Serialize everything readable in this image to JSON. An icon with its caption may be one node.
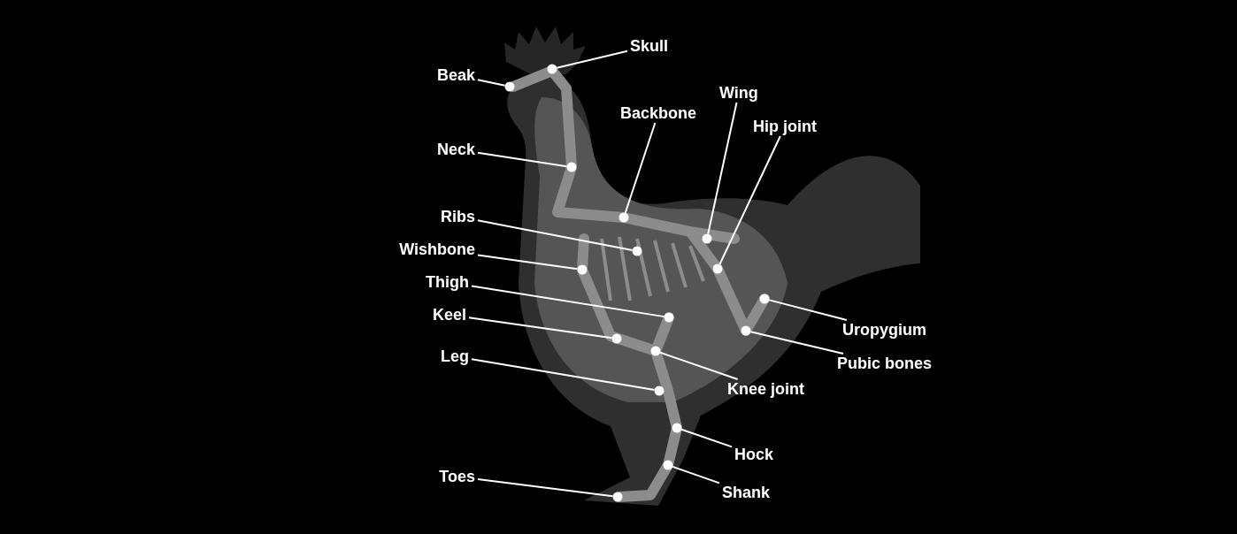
{
  "diagram": {
    "nodes": [
      {
        "text": [
          "Skull"
        ]
      },
      {
        "text": [
          "Beak"
        ]
      },
      {
        "text": [
          "Wing"
        ]
      },
      {
        "text": [
          "Backbone"
        ]
      },
      {
        "text": [
          "Hip joint"
        ]
      },
      {
        "text": [
          "Neck"
        ]
      },
      {
        "text": [
          "Ribs"
        ]
      },
      {
        "text": [
          "Wishbone"
        ]
      },
      {
        "text": [
          "Thigh"
        ]
      },
      {
        "text": [
          "Keel"
        ]
      },
      {
        "text": [
          "Uropygium"
        ]
      },
      {
        "text": [
          "Leg"
        ]
      },
      {
        "text": [
          "Pubic bones"
        ]
      },
      {
        "text": [
          "Knee joint"
        ]
      },
      {
        "text": [
          "Hock"
        ]
      },
      {
        "text": [
          "Toes"
        ]
      },
      {
        "text": [
          "Shank"
        ]
      },
      {
        "text": [],
        "shape": "circle"
      },
      {
        "text": [],
        "shape": "circle"
      },
      {
        "text": [],
        "shape": "circle"
      },
      {
        "text": [],
        "shape": "circle"
      },
      {
        "text": [],
        "shape": "circle"
      },
      {
        "text": [],
        "shape": "circle"
      },
      {
        "text": [],
        "shape": "circle"
      },
      {
        "text": [],
        "shape": "circle"
      },
      {
        "text": [],
        "shape": "circle"
      },
      {
        "text": [],
        "shape": "circle"
      },
      {
        "text": [],
        "shape": "circle"
      },
      {
        "text": [],
        "shape": "circle"
      },
      {
        "text": [],
        "shape": "circle"
      },
      {
        "text": [],
        "shape": "circle"
      },
      {
        "text": [],
        "shape": "circle"
      },
      {
        "text": [],
        "shape": "circle"
      },
      {
        "text": [],
        "shape": "circle"
      }
    ],
    "edges": [
      {
        "from": 0,
        "to": 17,
        "arrow": "none"
      },
      {
        "from": 1,
        "to": 18,
        "arrow": "none"
      },
      {
        "from": 2,
        "to": 21,
        "arrow": "none"
      },
      {
        "from": 3,
        "to": 20,
        "arrow": "none"
      },
      {
        "from": 4,
        "to": 23,
        "arrow": "none"
      },
      {
        "from": 5,
        "to": 19,
        "arrow": "none"
      },
      {
        "from": 6,
        "to": 22,
        "arrow": "none"
      },
      {
        "from": 7,
        "to": 24,
        "arrow": "none"
      },
      {
        "from": 8,
        "to": 26,
        "arrow": "none"
      },
      {
        "from": 9,
        "to": 28,
        "arrow": "none"
      },
      {
        "from": 10,
        "to": 25,
        "arrow": "none"
      },
      {
        "from": 11,
        "to": 30,
        "arrow": "none"
      },
      {
        "from": 12,
        "to": 27,
        "arrow": "none"
      },
      {
        "from": 13,
        "to": 29,
        "arrow": "none"
      },
      {
        "from": 14,
        "to": 31,
        "arrow": "none"
      },
      {
        "from": 15,
        "to": 33,
        "arrow": "none"
      },
      {
        "from": 16,
        "to": 32,
        "arrow": "none"
      }
    ]
  }
}
